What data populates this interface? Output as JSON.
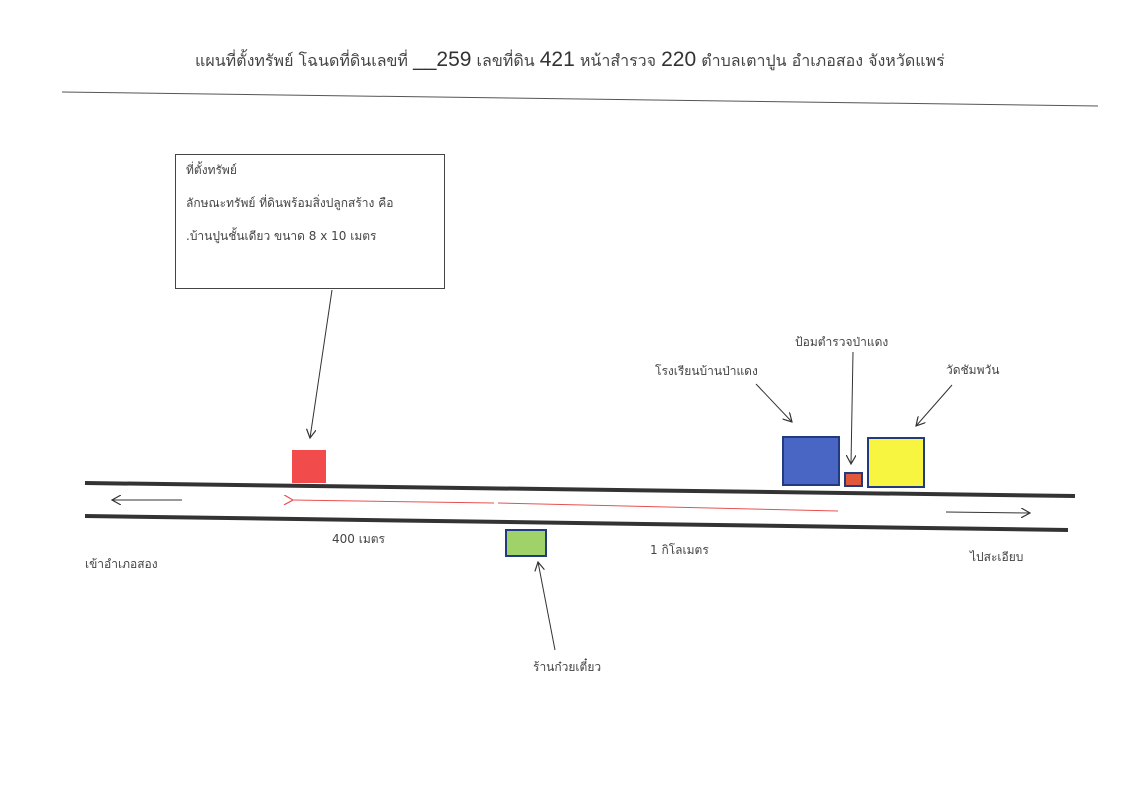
{
  "title": {
    "prefix": "แผนที่ตั้งทรัพย์ โฉนดที่ดินเลขที่ ",
    "deed_no": "__259",
    "land_label": " เลขที่ดิน ",
    "land_no": "421",
    "survey_label": " หน้าสำรวจ ",
    "survey_no": "220",
    "location": " ตำบลเตาปูน อำเภอสอง จังหวัดแพร่"
  },
  "infobox": {
    "heading": "ที่ตั้งทรัพย์",
    "line1": "ลักษณะทรัพย์   ที่ดินพร้อมสิ่งปลูกสร้าง คือ",
    "line2": ".บ้านปูนชั้นเดียว  ขนาด  8 x 10  เมตร"
  },
  "labels": {
    "school": "โรงเรียนบ้านป่าแดง",
    "police": "ป้อมตำรวจป่าแดง",
    "temple": "วัดชัมพวัน",
    "distance_400": "400 เมตร",
    "distance_1km": "1 กิโลเมตร",
    "to_song": "เข้าอำเภอสอง",
    "to_saeiap": "ไปสะเอียบ",
    "noodle_shop": "ร้านก๋วยเตี๋ยว"
  },
  "colors": {
    "property": "#f24b4b",
    "school": "#4a66c4",
    "police": "#e0573a",
    "temple": "#f8f540",
    "shop": "#9fd36a",
    "route": "#e85050"
  }
}
